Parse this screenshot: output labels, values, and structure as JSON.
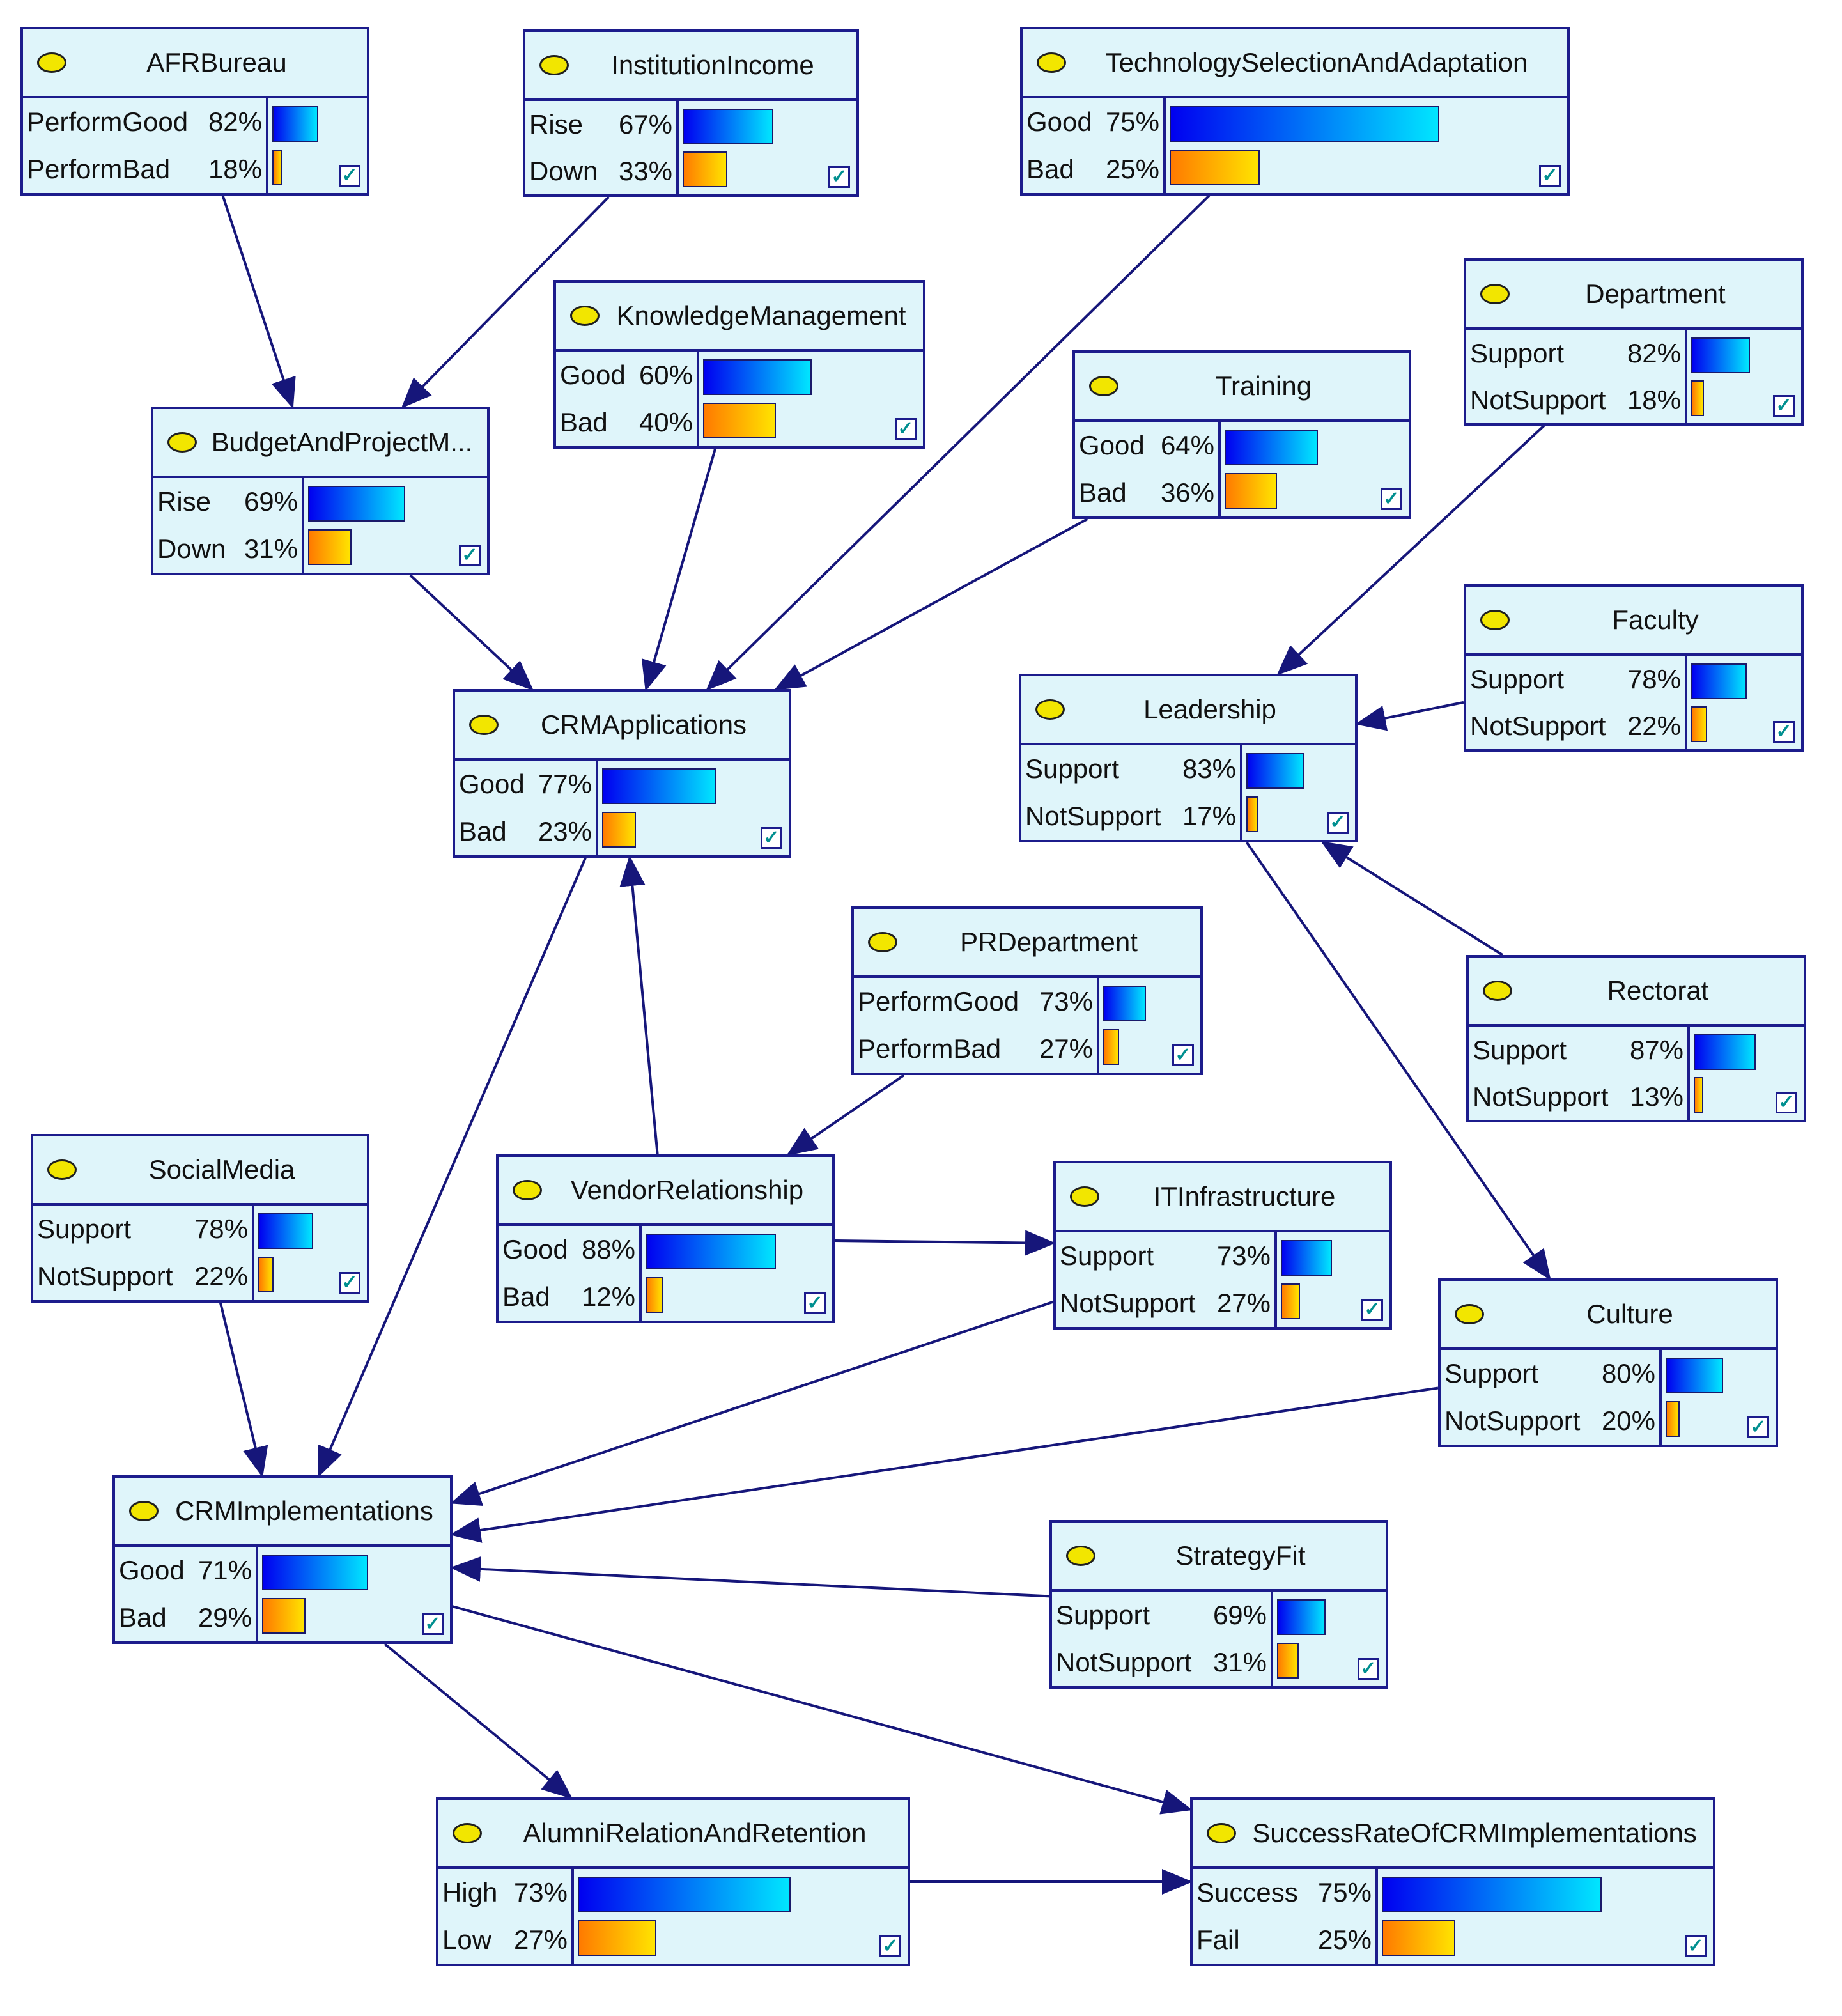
{
  "colors": {
    "node_fill": "#dff5fa",
    "node_border": "#1c1c8c",
    "arrow": "#16167a",
    "icon": "#f2e600",
    "bar_first_state": [
      "#0000f0",
      "#00e6ff"
    ],
    "bar_second_state": [
      "#ff7a00",
      "#ffe400"
    ],
    "check": "#008f8f"
  },
  "icons": {
    "node_marker": "yellow-ellipse-icon",
    "checkbox": "check-icon"
  },
  "nodes": [
    {
      "id": "afr",
      "title": "AFRBureau",
      "states": [
        {
          "name": "PerformGood",
          "pct": "82%",
          "value": 82
        },
        {
          "name": "PerformBad",
          "pct": "18%",
          "value": 18
        }
      ]
    },
    {
      "id": "income",
      "title": "InstitutionIncome",
      "states": [
        {
          "name": "Rise",
          "pct": "67%",
          "value": 67
        },
        {
          "name": "Down",
          "pct": "33%",
          "value": 33
        }
      ]
    },
    {
      "id": "tech",
      "title": "TechnologySelectionAndAdaptation",
      "states": [
        {
          "name": "Good",
          "pct": "75%",
          "value": 75
        },
        {
          "name": "Bad",
          "pct": "25%",
          "value": 25
        }
      ]
    },
    {
      "id": "knowledge",
      "title": "KnowledgeManagement",
      "states": [
        {
          "name": "Good",
          "pct": "60%",
          "value": 60
        },
        {
          "name": "Bad",
          "pct": "40%",
          "value": 40
        }
      ]
    },
    {
      "id": "budget",
      "title": "BudgetAndProjectM...",
      "states": [
        {
          "name": "Rise",
          "pct": "69%",
          "value": 69
        },
        {
          "name": "Down",
          "pct": "31%",
          "value": 31
        }
      ]
    },
    {
      "id": "training",
      "title": "Training",
      "states": [
        {
          "name": "Good",
          "pct": "64%",
          "value": 64
        },
        {
          "name": "Bad",
          "pct": "36%",
          "value": 36
        }
      ]
    },
    {
      "id": "department",
      "title": "Department",
      "states": [
        {
          "name": "Support",
          "pct": "82%",
          "value": 82
        },
        {
          "name": "NotSupport",
          "pct": "18%",
          "value": 18
        }
      ]
    },
    {
      "id": "faculty",
      "title": "Faculty",
      "states": [
        {
          "name": "Support",
          "pct": "78%",
          "value": 78
        },
        {
          "name": "NotSupport",
          "pct": "22%",
          "value": 22
        }
      ]
    },
    {
      "id": "crmapp",
      "title": "CRMApplications",
      "states": [
        {
          "name": "Good",
          "pct": "77%",
          "value": 77
        },
        {
          "name": "Bad",
          "pct": "23%",
          "value": 23
        }
      ]
    },
    {
      "id": "leadership",
      "title": "Leadership",
      "states": [
        {
          "name": "Support",
          "pct": "83%",
          "value": 83
        },
        {
          "name": "NotSupport",
          "pct": "17%",
          "value": 17
        }
      ]
    },
    {
      "id": "pr",
      "title": "PRDepartment",
      "states": [
        {
          "name": "PerformGood",
          "pct": "73%",
          "value": 73
        },
        {
          "name": "PerformBad",
          "pct": "27%",
          "value": 27
        }
      ]
    },
    {
      "id": "rectorat",
      "title": "Rectorat",
      "states": [
        {
          "name": "Support",
          "pct": "87%",
          "value": 87
        },
        {
          "name": "NotSupport",
          "pct": "13%",
          "value": 13
        }
      ]
    },
    {
      "id": "social",
      "title": "SocialMedia",
      "states": [
        {
          "name": "Support",
          "pct": "78%",
          "value": 78
        },
        {
          "name": "NotSupport",
          "pct": "22%",
          "value": 22
        }
      ]
    },
    {
      "id": "vendor",
      "title": "VendorRelationship",
      "states": [
        {
          "name": "Good",
          "pct": "88%",
          "value": 88
        },
        {
          "name": "Bad",
          "pct": "12%",
          "value": 12
        }
      ]
    },
    {
      "id": "it",
      "title": "ITInfrastructure",
      "states": [
        {
          "name": "Support",
          "pct": "73%",
          "value": 73
        },
        {
          "name": "NotSupport",
          "pct": "27%",
          "value": 27
        }
      ]
    },
    {
      "id": "culture",
      "title": "Culture",
      "states": [
        {
          "name": "Support",
          "pct": "80%",
          "value": 80
        },
        {
          "name": "NotSupport",
          "pct": "20%",
          "value": 20
        }
      ]
    },
    {
      "id": "crmimpl",
      "title": "CRMImplementations",
      "states": [
        {
          "name": "Good",
          "pct": "71%",
          "value": 71
        },
        {
          "name": "Bad",
          "pct": "29%",
          "value": 29
        }
      ]
    },
    {
      "id": "strategy",
      "title": "StrategyFit",
      "states": [
        {
          "name": "Support",
          "pct": "69%",
          "value": 69
        },
        {
          "name": "NotSupport",
          "pct": "31%",
          "value": 31
        }
      ]
    },
    {
      "id": "alumni",
      "title": "AlumniRelationAndRetention",
      "states": [
        {
          "name": "High",
          "pct": "73%",
          "value": 73
        },
        {
          "name": "Low",
          "pct": "27%",
          "value": 27
        }
      ]
    },
    {
      "id": "success",
      "title": "SuccessRateOfCRMImplementations",
      "states": [
        {
          "name": "Success",
          "pct": "75%",
          "value": 75
        },
        {
          "name": "Fail",
          "pct": "25%",
          "value": 25
        }
      ]
    }
  ],
  "edges": [
    {
      "from": "afr",
      "to": "budget"
    },
    {
      "from": "income",
      "to": "budget"
    },
    {
      "from": "budget",
      "to": "crmapp"
    },
    {
      "from": "knowledge",
      "to": "crmapp"
    },
    {
      "from": "tech",
      "to": "crmapp"
    },
    {
      "from": "training",
      "to": "crmapp"
    },
    {
      "from": "vendor",
      "to": "crmapp"
    },
    {
      "from": "department",
      "to": "leadership"
    },
    {
      "from": "faculty",
      "to": "leadership"
    },
    {
      "from": "rectorat",
      "to": "leadership"
    },
    {
      "from": "leadership",
      "to": "culture"
    },
    {
      "from": "pr",
      "to": "vendor"
    },
    {
      "from": "vendor",
      "to": "it"
    },
    {
      "from": "crmapp",
      "to": "crmimpl"
    },
    {
      "from": "social",
      "to": "crmimpl"
    },
    {
      "from": "it",
      "to": "crmimpl"
    },
    {
      "from": "culture",
      "to": "crmimpl"
    },
    {
      "from": "strategy",
      "to": "crmimpl"
    },
    {
      "from": "crmimpl",
      "to": "alumni"
    },
    {
      "from": "crmimpl",
      "to": "success"
    },
    {
      "from": "alumni",
      "to": "success"
    }
  ]
}
